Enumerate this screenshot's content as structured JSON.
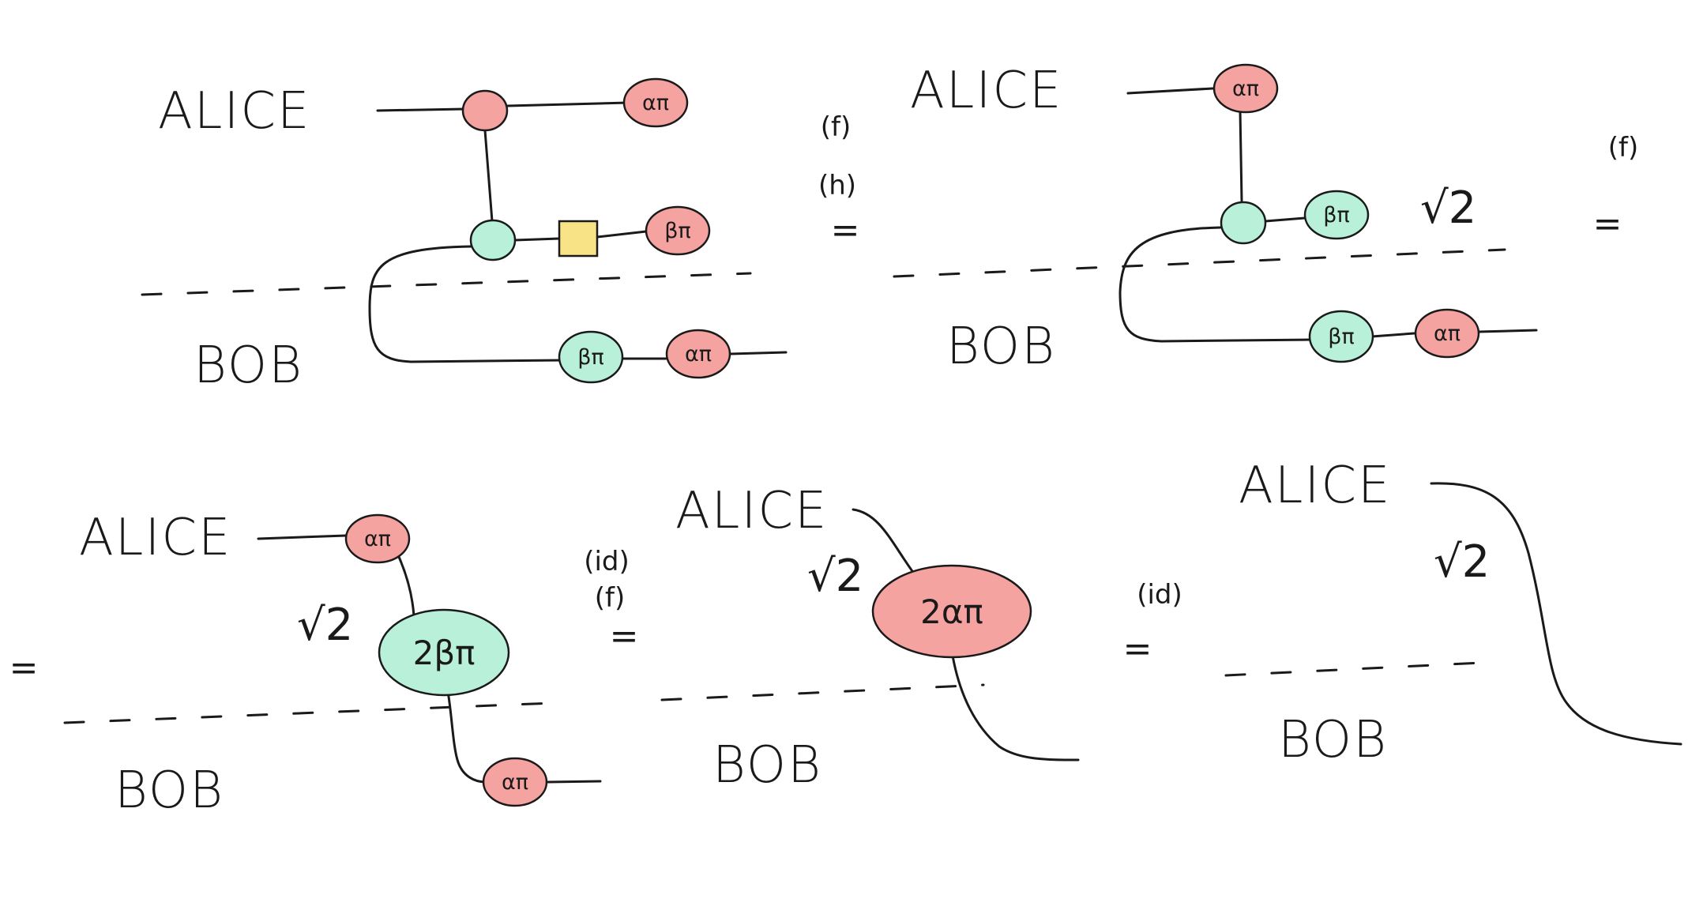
{
  "colors": {
    "red_spider": "#f4a3a0",
    "green_spider": "#b9f0d9",
    "hadamard_box": "#f8e486",
    "ink": "#1a1a1a"
  },
  "parties": {
    "alice": "ALICE",
    "bob": "BOB"
  },
  "spiders": {
    "alpha_pi": "απ",
    "beta_pi": "βπ",
    "two_beta_pi": "2βπ",
    "two_alpha_pi": "2απ"
  },
  "scalar": "√2",
  "equalities": {
    "eq1_rules": [
      "(f)",
      "(h)"
    ],
    "eq2_rules": [
      "(f)"
    ],
    "eq3_rules": [],
    "eq4_rules": [
      "(id)",
      "(f)"
    ],
    "eq5_rules": [
      "(id)"
    ],
    "sign": "="
  }
}
